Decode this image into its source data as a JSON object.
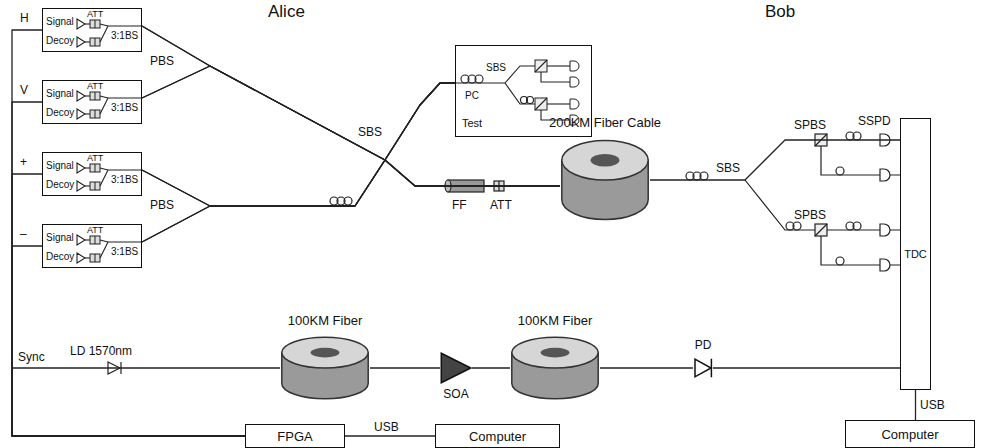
{
  "diagram": {
    "nodes": [
      {
        "text": [
          "Signal",
          "Decoy",
          "ATT",
          "3:1BS"
        ]
      },
      {
        "text": [
          "Signal",
          "Decoy",
          "ATT",
          "3:1BS"
        ]
      },
      {
        "text": [
          "Signal",
          "Decoy",
          "ATT",
          "3:1BS"
        ]
      },
      {
        "text": [
          "Signal",
          "Decoy",
          "ATT",
          "3:1BS"
        ]
      },
      {
        "text": [
          "PC",
          "SBS",
          "Test"
        ]
      },
      {
        "text": [
          "200KM Fiber Cable"
        ]
      },
      {
        "text": [
          "TDC"
        ]
      },
      {
        "text": [
          "100KM Fiber"
        ]
      },
      {
        "text": [
          "SOA"
        ]
      },
      {
        "text": [
          "100KM Fiber"
        ]
      },
      {
        "text": [
          "PD"
        ]
      },
      {
        "text": [
          "FPGA"
        ]
      },
      {
        "text": [
          "Computer"
        ]
      },
      {
        "text": [
          "Computer"
        ]
      }
    ],
    "edges": [
      {
        "from": 0,
        "to": 4,
        "arrow": "none"
      },
      {
        "from": 1,
        "to": 4,
        "arrow": "none"
      },
      {
        "from": 2,
        "to": 4,
        "arrow": "none"
      },
      {
        "from": 3,
        "to": 4,
        "arrow": "none"
      },
      {
        "from": 0,
        "to": 5,
        "arrow": "none"
      },
      {
        "from": 1,
        "to": 5,
        "arrow": "none"
      },
      {
        "from": 2,
        "to": 5,
        "arrow": "none"
      },
      {
        "from": 3,
        "to": 5,
        "arrow": "none"
      },
      {
        "from": 5,
        "to": 6,
        "arrow": "none"
      },
      {
        "from": 11,
        "to": 0,
        "arrow": "none"
      },
      {
        "from": 11,
        "to": 1,
        "arrow": "none"
      },
      {
        "from": 11,
        "to": 2,
        "arrow": "none"
      },
      {
        "from": 11,
        "to": 3,
        "arrow": "none"
      },
      {
        "from": 11,
        "to": 7,
        "arrow": "none"
      },
      {
        "from": 7,
        "to": 8,
        "arrow": "none"
      },
      {
        "from": 8,
        "to": 9,
        "arrow": "none"
      },
      {
        "from": 9,
        "to": 10,
        "arrow": "none"
      },
      {
        "from": 10,
        "to": 6,
        "arrow": "none"
      },
      {
        "from": 6,
        "to": 13,
        "arrow": "none"
      },
      {
        "from": 11,
        "to": 12,
        "arrow": "none"
      }
    ],
    "labels": [
      "Alice",
      "Bob",
      "H",
      "V",
      "+",
      "–",
      "PBS",
      "PBS",
      "SBS",
      "FF",
      "ATT",
      "SBS",
      "SPBS",
      "SPBS",
      "SSPD",
      "Sync",
      "LD 1570nm",
      "USB",
      "USB"
    ]
  }
}
